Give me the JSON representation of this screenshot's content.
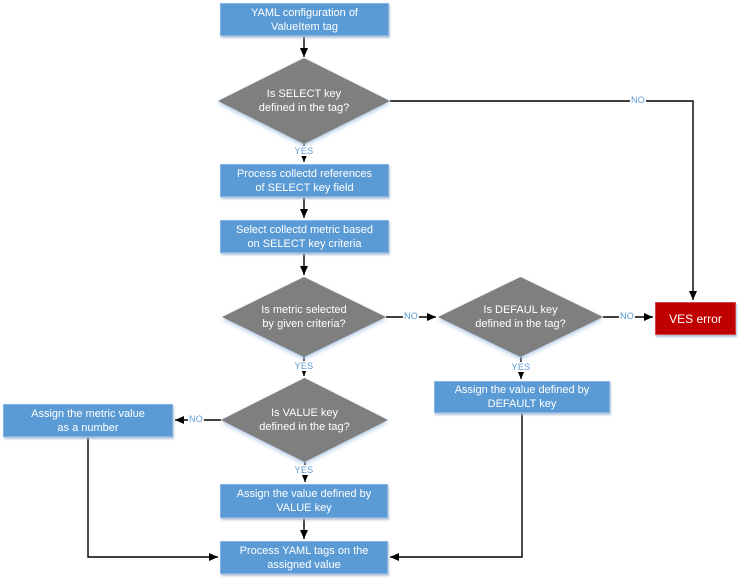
{
  "diagram": {
    "nodes": {
      "start": {
        "label": "YAML configuration of\nValueItem tag"
      },
      "is_select": {
        "label": "Is SELECT key\ndefined in the tag?"
      },
      "process_refs": {
        "label": "Process collectd references\nof SELECT key field"
      },
      "select_metric": {
        "label": "Select collectd metric based\non SELECT key criteria"
      },
      "is_metric": {
        "label": "Is metric selected\nby given criteria?"
      },
      "is_default": {
        "label": "Is DEFAUL key\ndefined in the tag?"
      },
      "ves_error": {
        "label": "VES error"
      },
      "assign_default": {
        "label": "Assign the value defined by\nDEFAULT key"
      },
      "assign_metric": {
        "label": "Assign the metric value\nas a number"
      },
      "is_value": {
        "label": "Is VALUE key\ndefined in the tag?"
      },
      "assign_value": {
        "label": "Assign the value defined by\nVALUE key"
      },
      "process_yaml": {
        "label": "Process YAML tags on the\nassigned value"
      }
    },
    "labels": {
      "yes": "YES",
      "no": "NO"
    },
    "colors": {
      "process_fill": "#5b9bd5",
      "decision_fill": "#7f7f7f",
      "error_fill": "#c00000",
      "shape_text": "#ffffff",
      "branch_label": "#5b9bd5",
      "connector": "#000000"
    }
  }
}
